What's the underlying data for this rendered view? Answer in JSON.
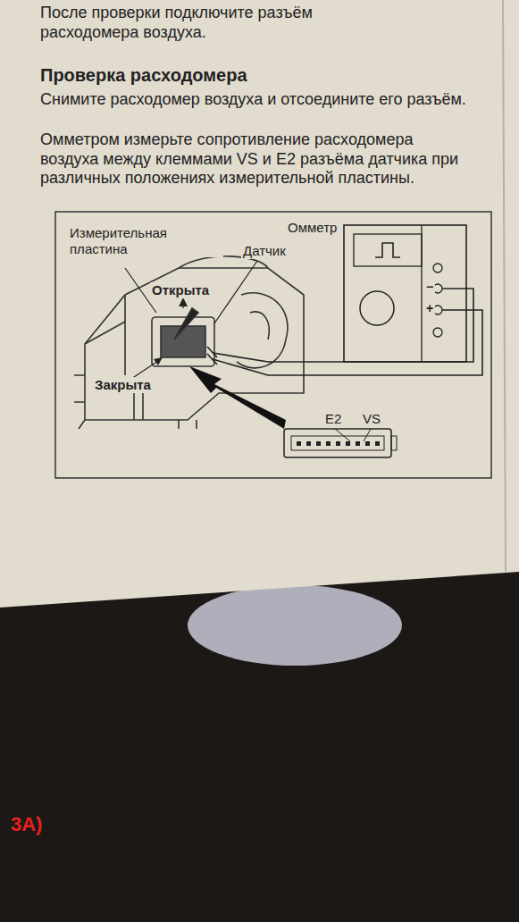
{
  "diagram": {
    "title": "Проверка расходомера",
    "labels": [
      "После проверки подключите разъём расходомера воздуха.",
      "Снимите расходомер воздуха и отсоедините его разъём.",
      "Омметром измерьте сопротивление расходомера воздуха между клеммами VS и E2 разъёма датчика при различных положениях измерительной пластины.",
      "Измерительная пластина",
      "Омметр",
      "Датчик",
      "Открыта",
      "Закрыта",
      "E2",
      "VS",
      "−",
      "+",
      "3A)"
    ]
  }
}
